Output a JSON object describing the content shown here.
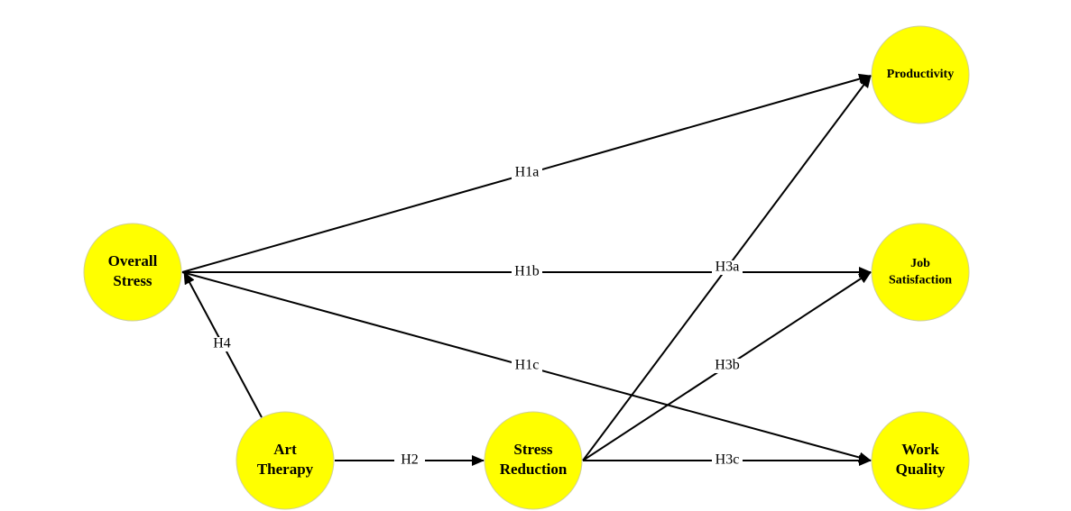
{
  "colors": {
    "node_fill": "#ffff00",
    "edge": "#000000",
    "background": "#ffffff"
  },
  "nodes": [
    {
      "id": "overall-stress",
      "lines": [
        "Overall",
        "Stress"
      ]
    },
    {
      "id": "art-therapy",
      "lines": [
        "Art",
        "Therapy"
      ]
    },
    {
      "id": "stress-reduction",
      "lines": [
        "Stress",
        "Reduction"
      ]
    },
    {
      "id": "productivity",
      "lines": [
        "Productivity"
      ]
    },
    {
      "id": "job-satisfaction",
      "lines": [
        "Job",
        "Satisfaction"
      ]
    },
    {
      "id": "work-quality",
      "lines": [
        "Work",
        "Quality"
      ]
    }
  ],
  "edges": [
    {
      "id": "h1a",
      "from": "overall-stress",
      "to": "productivity",
      "label": "H1a"
    },
    {
      "id": "h1b",
      "from": "overall-stress",
      "to": "job-satisfaction",
      "label": "H1b"
    },
    {
      "id": "h1c",
      "from": "overall-stress",
      "to": "work-quality",
      "label": "H1c"
    },
    {
      "id": "h4",
      "from": "art-therapy",
      "to": "overall-stress",
      "label": "H4"
    },
    {
      "id": "h2",
      "from": "art-therapy",
      "to": "stress-reduction",
      "label": "H2"
    },
    {
      "id": "h3a",
      "from": "stress-reduction",
      "to": "productivity",
      "label": "H3a"
    },
    {
      "id": "h3b",
      "from": "stress-reduction",
      "to": "job-satisfaction",
      "label": "H3b"
    },
    {
      "id": "h3c",
      "from": "stress-reduction",
      "to": "work-quality",
      "label": "H3c"
    }
  ]
}
